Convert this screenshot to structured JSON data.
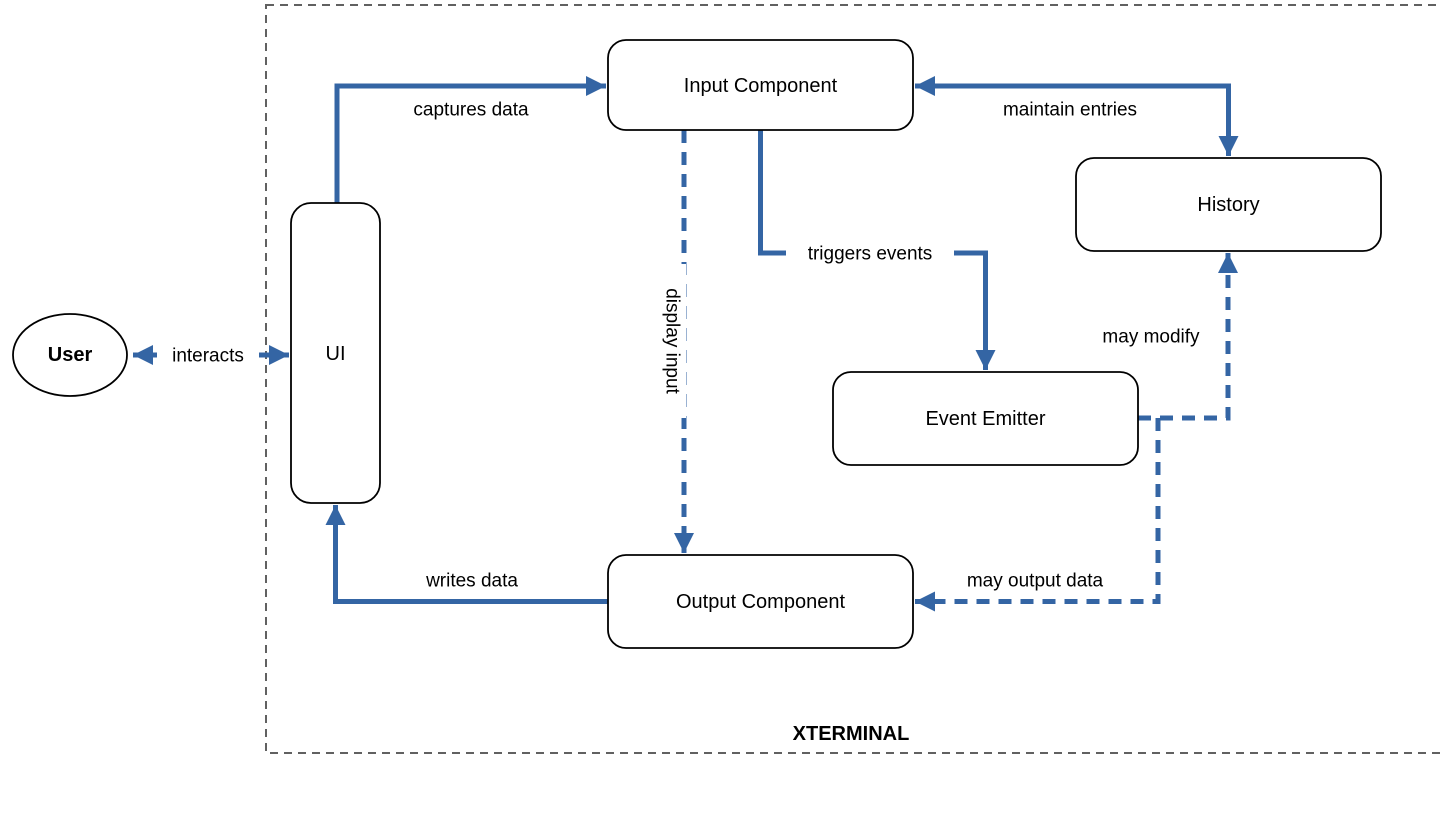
{
  "diagram": {
    "boundary_title": "XTERMINAL",
    "colors": {
      "edge_blue": "#3465A4",
      "boundary_gray": "#616161",
      "node_border": "#000000",
      "node_fill": "#FFFFFF",
      "text": "#000000"
    },
    "nodes": {
      "user": {
        "label": "User",
        "shape": "ellipse"
      },
      "ui": {
        "label": "UI",
        "shape": "rounded-rect"
      },
      "input_component": {
        "label": "Input Component",
        "shape": "rounded-rect"
      },
      "history": {
        "label": "History",
        "shape": "rounded-rect"
      },
      "event_emitter": {
        "label": "Event Emitter",
        "shape": "rounded-rect"
      },
      "output_component": {
        "label": "Output Component",
        "shape": "rounded-rect"
      }
    },
    "edges": {
      "interacts": {
        "label": "interacts",
        "from": "User",
        "to": "UI",
        "style": "solid",
        "arrows": "both"
      },
      "captures_data": {
        "label": "captures data",
        "from": "UI",
        "to": "Input Component",
        "style": "solid",
        "arrows": "end"
      },
      "maintain_entries": {
        "label": "maintain entries",
        "from": "Input Component",
        "to": "History",
        "style": "solid",
        "arrows": "both"
      },
      "triggers_events": {
        "label": "triggers events",
        "from": "Input Component",
        "to": "Event Emitter",
        "style": "solid",
        "arrows": "end"
      },
      "display_input": {
        "label": "display input",
        "from": "Input Component",
        "to": "Output Component",
        "style": "dashed",
        "arrows": "end"
      },
      "writes_data": {
        "label": "writes data",
        "from": "Output Component",
        "to": "UI",
        "style": "solid",
        "arrows": "end"
      },
      "may_modify": {
        "label": "may modify",
        "from": "Event Emitter",
        "to": "History",
        "style": "dashed",
        "arrows": "end"
      },
      "may_output_data": {
        "label": "may output data",
        "from": "Event Emitter",
        "to": "Output Component",
        "style": "dashed",
        "arrows": "end"
      }
    }
  }
}
